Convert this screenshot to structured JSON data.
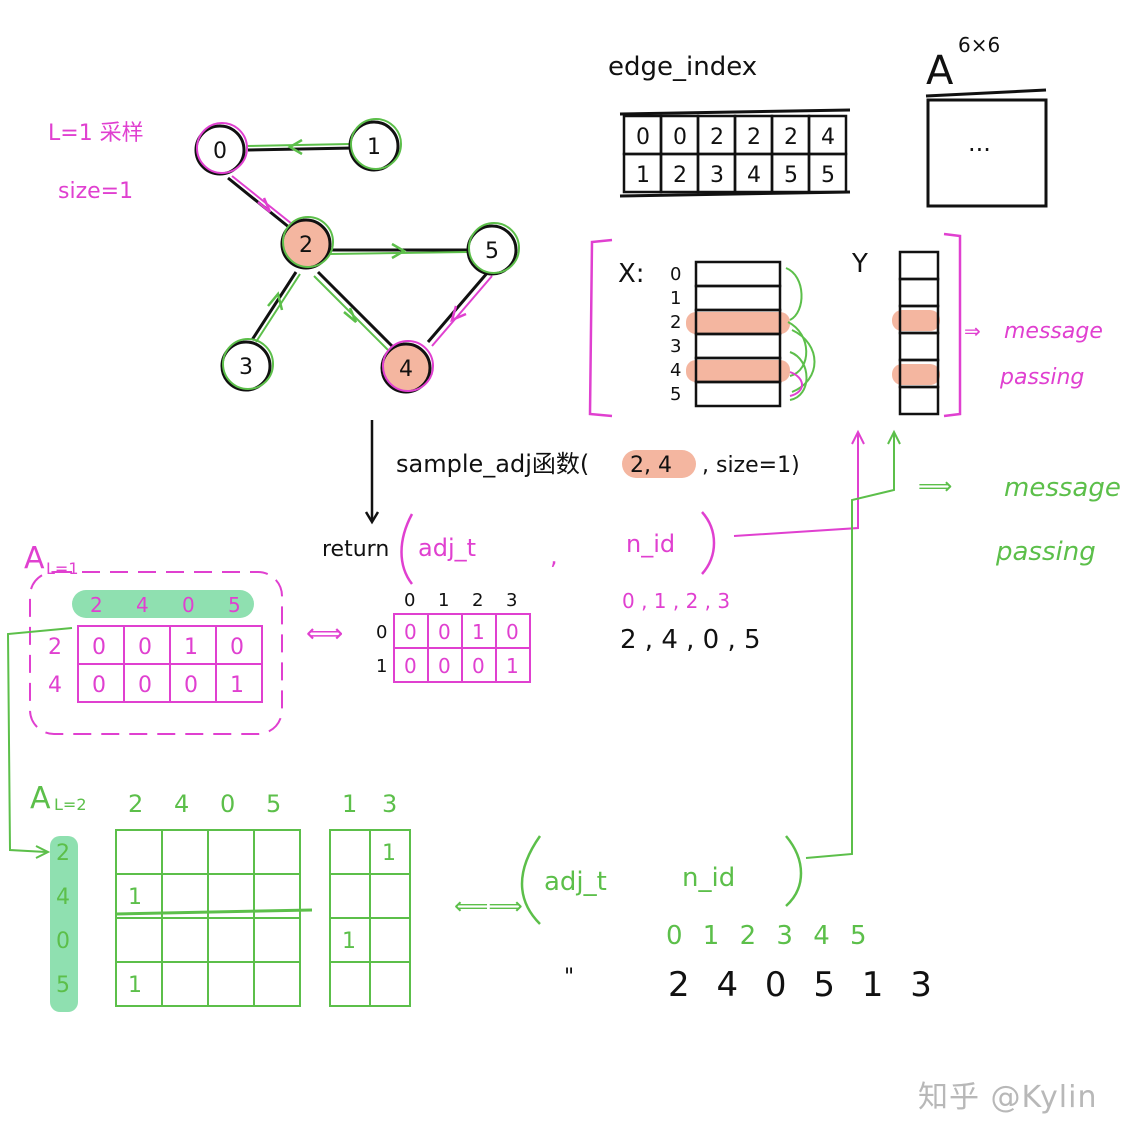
{
  "colors": {
    "ink": "#111111",
    "magenta": "#e040d0",
    "green": "#5cbf4a",
    "highlight": "#f4b6a0",
    "mint": "#8fe0b0",
    "watermark": "#b8b8b8"
  },
  "graph": {
    "params_label": "L=1 采样",
    "size_label": "size=1",
    "nodes": [
      {
        "id": "0",
        "highlighted": false
      },
      {
        "id": "1",
        "highlighted": false
      },
      {
        "id": "2",
        "highlighted": true
      },
      {
        "id": "3",
        "highlighted": false
      },
      {
        "id": "4",
        "highlighted": true
      },
      {
        "id": "5",
        "highlighted": false
      }
    ]
  },
  "edge_index": {
    "title": "edge_index",
    "rows": [
      [
        "0",
        "0",
        "2",
        "2",
        "2",
        "4"
      ],
      [
        "1",
        "2",
        "3",
        "4",
        "5",
        "5"
      ]
    ]
  },
  "adj_matrix": {
    "letter": "A",
    "dims": "6×6",
    "content": "···"
  },
  "features": {
    "x_label": "X:",
    "y_label": "Y",
    "row_indices": [
      "0",
      "1",
      "2",
      "3",
      "4",
      "5"
    ],
    "highlighted_rows": [
      2,
      4
    ],
    "message_passing_1": "message",
    "message_passing_2": "passing"
  },
  "call": {
    "text": "sample_adj函数(",
    "args": "2, 4",
    "tail": ", size=1)",
    "return_label": "return",
    "adj_t": "adj_t",
    "n_id": "n_id",
    "n_id_indices": "0 , 1 , 2 , 3",
    "n_id_values": "2 , 4 , 0 , 5"
  },
  "adj_t_small": {
    "col_indices": [
      "0",
      "1",
      "2",
      "3"
    ],
    "row_indices": [
      "0",
      "1"
    ],
    "rows": [
      [
        "0",
        "0",
        "1",
        "0"
      ],
      [
        "0",
        "0",
        "0",
        "1"
      ]
    ]
  },
  "a_l1": {
    "label": "A",
    "sub": "L=1",
    "cols": [
      "2",
      "4",
      "0",
      "5"
    ],
    "row_labels": [
      "2",
      "4"
    ],
    "rows": [
      [
        "0",
        "0",
        "1",
        "0"
      ],
      [
        "0",
        "0",
        "0",
        "1"
      ]
    ]
  },
  "a_l2": {
    "label": "A",
    "sub": "L=2",
    "cols": [
      "2",
      "4",
      "0",
      "5",
      "1",
      "3"
    ],
    "row_labels": [
      "2",
      "4",
      "0",
      "5"
    ],
    "ones": [
      {
        "r": 0,
        "c": 5
      },
      {
        "r": 1,
        "c": 0
      },
      {
        "r": 2,
        "c": 4
      },
      {
        "r": 3,
        "c": 0
      }
    ]
  },
  "bottom_result": {
    "adj_t": "adj_t",
    "n_id": "n_id",
    "indices": "0 1 2 3 4 5",
    "quote": "\"",
    "values": "2 4 0 5 1 3",
    "message_1": "message",
    "message_2": "passing"
  },
  "watermark": "知乎 @Kylin"
}
